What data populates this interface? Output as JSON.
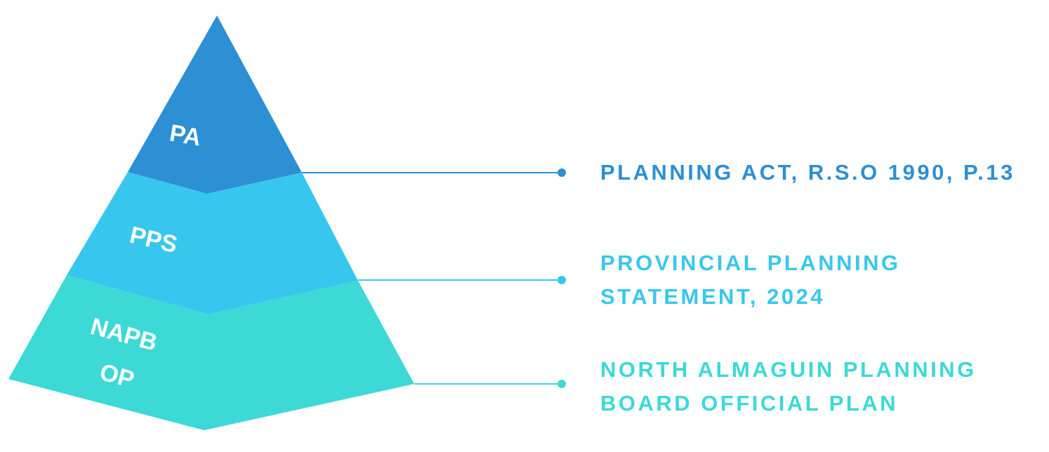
{
  "tiers": [
    {
      "abbr": "PA",
      "abbr_lines": [
        "PA"
      ],
      "description_lines": [
        "PLANNING ACT, R.S.O 1990, P.13"
      ],
      "color": "#2d8fd4"
    },
    {
      "abbr": "PPS",
      "abbr_lines": [
        "PPS"
      ],
      "description_lines": [
        "PROVINCIAL PLANNING",
        "STATEMENT, 2024"
      ],
      "color": "#37c7ee"
    },
    {
      "abbr": "NAPB OP",
      "abbr_lines": [
        "NAPB",
        "OP"
      ],
      "description_lines": [
        "NORTH ALMAGUIN PLANNING",
        "BOARD OFFICIAL PLAN"
      ],
      "color": "#3cd9d6"
    }
  ]
}
